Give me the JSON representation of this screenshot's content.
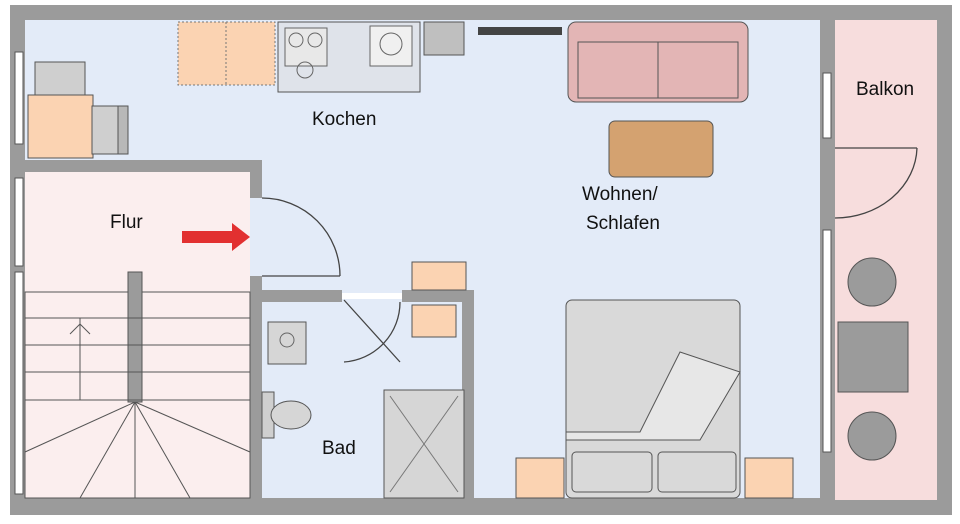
{
  "floorplan": {
    "rooms": {
      "kitchen": "Kochen",
      "living_line1": "Wohnen/",
      "living_line2": "Schlafen",
      "hall": "Flur",
      "bath": "Bad",
      "balcony": "Balkon"
    },
    "colors": {
      "wall": "#9b9b9b",
      "living_floor": "#e3ebf8",
      "hall_floor": "#fbeeee",
      "balcony_floor": "#f7dddd",
      "sofa": "#e3b5b5",
      "table": "#d4a270",
      "wood": "#fbd3b2",
      "bed": "#d9d9d9",
      "appliance": "#cfcfcf",
      "arrow": "#e23030"
    },
    "icons": {
      "entry_arrow": "red-arrow",
      "stairs": "staircase"
    }
  }
}
